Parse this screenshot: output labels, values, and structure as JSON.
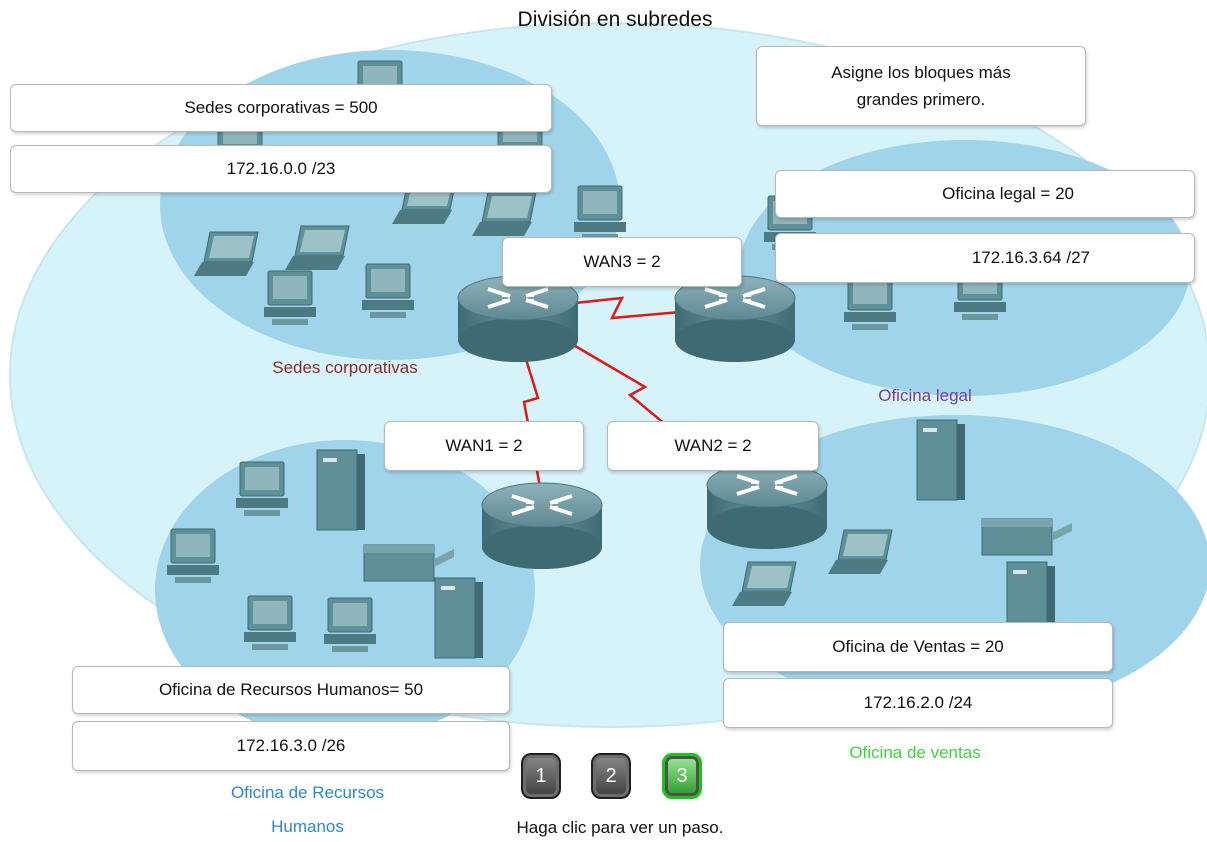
{
  "title": "División en subredes",
  "note": "Asigne los bloques más grandes primero.",
  "boxes": {
    "sedes_req": "Sedes corporativas = 500",
    "sedes_net": "172.16.0.0 /23",
    "legal_req": "Oficina legal = 20",
    "legal_net": "172.16.3.64 /27",
    "wan3": "WAN3 = 2",
    "wan1": "WAN1 = 2",
    "wan2": "WAN2 = 2",
    "ventas_req": "Oficina de Ventas = 20",
    "ventas_net": "172.16.2.0 /24",
    "rrhh_req": "Oficina de Recursos Humanos= 50",
    "rrhh_net": "172.16.3.0 /26"
  },
  "labels": {
    "sedes": "Sedes corporativas",
    "legal": "Oficina legal",
    "ventas": "Oficina de ventas",
    "rrhh_1": "Oficina de Recursos",
    "rrhh_2": "Humanos"
  },
  "colors": {
    "sedes": "#8b2a2a",
    "legal": "#7a3aa8",
    "ventas": "#3ed43e",
    "rrhh": "#2f86d8",
    "outer_fill": "#d5f3f9",
    "site_fill": "#9fd4ea",
    "wan_link": "#e01818"
  },
  "steps": [
    "1",
    "2",
    "3"
  ],
  "active_step": "3",
  "hint": "Haga clic para ver un paso."
}
